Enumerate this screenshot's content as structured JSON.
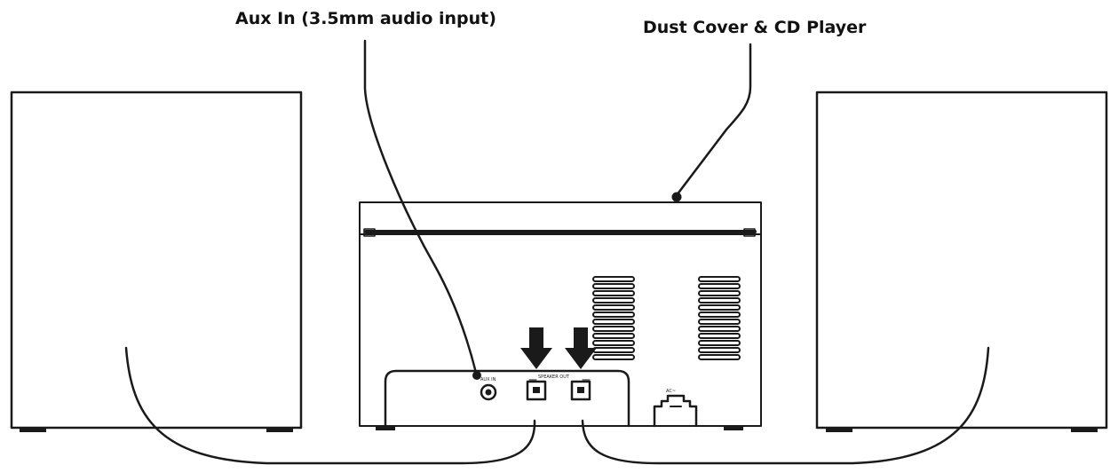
{
  "labels": {
    "aux_in": "Aux In (3.5mm audio input)",
    "dust_cover": "Dust Cover & CD Player"
  },
  "panel": {
    "aux_jack_marking": "AUX IN",
    "speaker_out_marking": "SPEAKER OUT",
    "ac_marking": "AC~"
  },
  "colors": {
    "ink": "#1a1a1a",
    "background": "#ffffff"
  }
}
